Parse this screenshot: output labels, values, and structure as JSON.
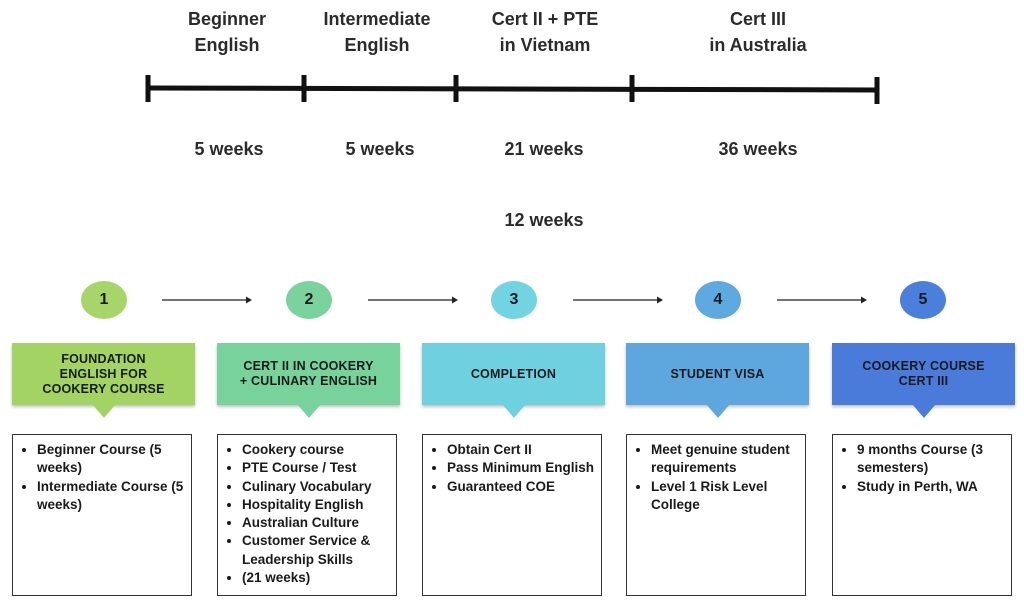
{
  "timeline": {
    "phases": [
      {
        "label_line1": "Beginner",
        "label_line2": "English",
        "duration": "5 weeks"
      },
      {
        "label_line1": "Intermediate",
        "label_line2": "English",
        "duration": "5 weeks"
      },
      {
        "label_line1": "Cert II + PTE",
        "label_line2": "in Vietnam",
        "duration": "21 weeks"
      },
      {
        "label_line1": "Cert III",
        "label_line2": "in Australia",
        "duration": "36 weeks"
      }
    ],
    "extra_duration": "12 weeks"
  },
  "steps": [
    {
      "number": "1",
      "color": "#a8d56a",
      "box_color": "#a3d463",
      "title_line1": "Foundation",
      "title_line2": "English for",
      "title_line3": "Cookery Course",
      "items": [
        "Beginner Course (5 weeks)",
        "Intermediate Course (5 weeks)"
      ]
    },
    {
      "number": "2",
      "color": "#7ad39c",
      "box_color": "#77d29c",
      "title_line1": "Cert II in Cookery",
      "title_line2": "+ Culinary English",
      "title_line3": "",
      "items": [
        "Cookery course",
        "PTE Course / Test",
        "Culinary Vocabulary",
        "Hospitality English",
        "Australian Culture",
        "Customer Service & Leadership Skills",
        "(21 weeks)"
      ]
    },
    {
      "number": "3",
      "color": "#72d3e2",
      "box_color": "#6fd0e0",
      "title_line1": "Completion",
      "title_line2": "",
      "title_line3": "",
      "items": [
        "Obtain Cert II",
        "Pass Minimum English",
        "Guaranteed COE"
      ]
    },
    {
      "number": "4",
      "color": "#5ea9df",
      "box_color": "#5da6de",
      "title_line1": "Student Visa",
      "title_line2": "",
      "title_line3": "",
      "items": [
        "Meet genuine student requirements",
        "Level 1 Risk Level College"
      ]
    },
    {
      "number": "5",
      "color": "#4a7fdb",
      "box_color": "#4a7bdb",
      "title_line1": "Cookery Course",
      "title_line2": "Cert III",
      "title_line3": "",
      "items": [
        "9 months Course (3 semesters)",
        "Study in Perth, WA"
      ]
    }
  ]
}
